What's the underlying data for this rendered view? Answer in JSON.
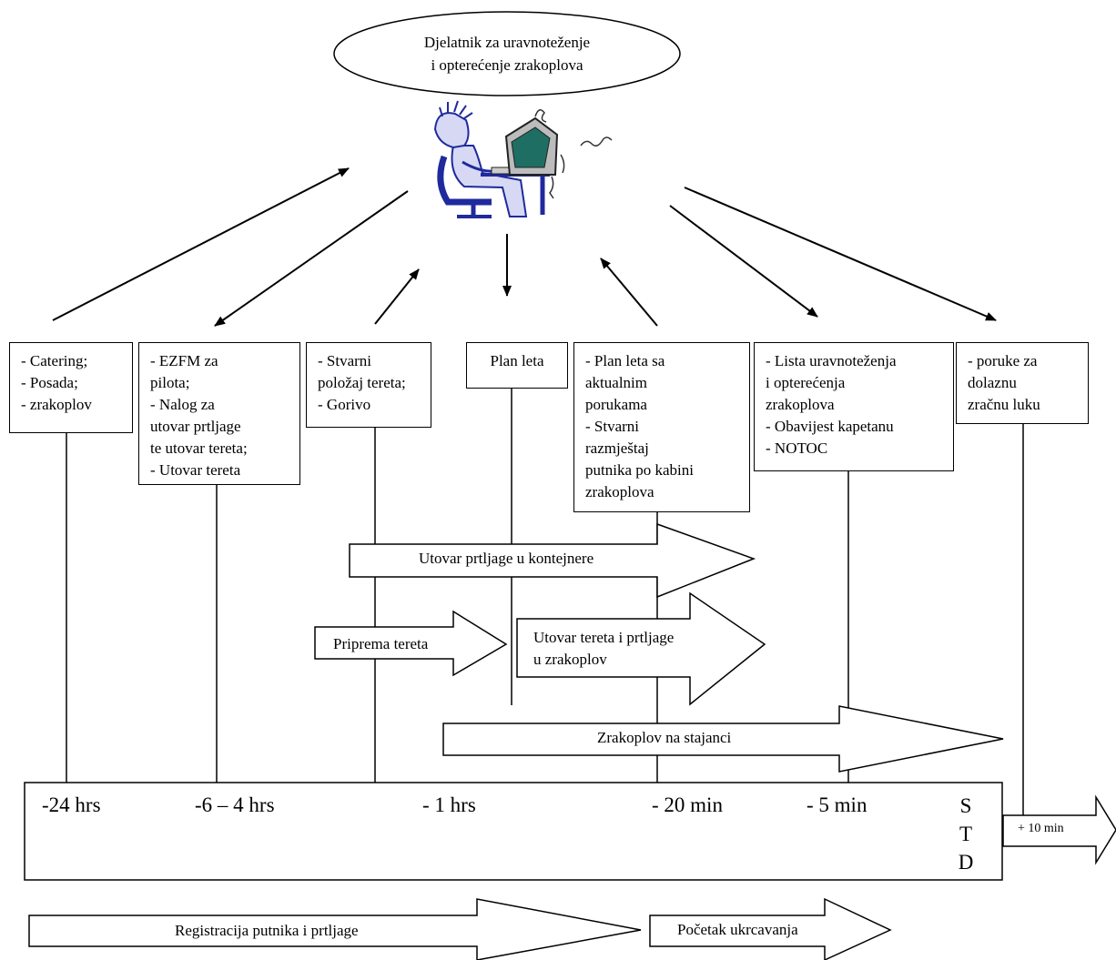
{
  "role": "Djelatnik za uravnoteženje\ni opterećenje zrakoplova",
  "tasks": [
    "- Catering;\n- Posada;\n- zrakoplov",
    "- EZFM za\npilota;\n- Nalog za\nutovar prtljage\nte utovar tereta;\n- Utovar tereta",
    "- Stvarni\npoložaj tereta;\n- Gorivo",
    "Plan leta",
    "- Plan leta sa\naktualnim\nporukama\n- Stvarni\nrazmještaj\nputnika po kabini\nzrakoplova",
    "- Lista uravnoteženja\ni opterećenja\nzrakoplova\n- Obavijest kapetanu\n- NOTOC",
    "- poruke za\ndolaznu\nzračnu luku"
  ],
  "activities": {
    "baggage_containers": "Utovar prtljage u kontejnere",
    "cargo_prep": "Priprema tereta",
    "loading": "Utovar tereta i prtljage\nu zrakoplov",
    "stand": "Zrakoplov na stajanci",
    "checkin": "Registracija putnika i prtljage",
    "boarding": "Početak ukrcavanja",
    "after": "+ 10 min"
  },
  "timeline": {
    "ticks": [
      "-24 hrs",
      "-6 – 4 hrs",
      "- 1 hrs",
      "- 20 min",
      "- 5 min"
    ],
    "std": "S\nT\nD"
  }
}
